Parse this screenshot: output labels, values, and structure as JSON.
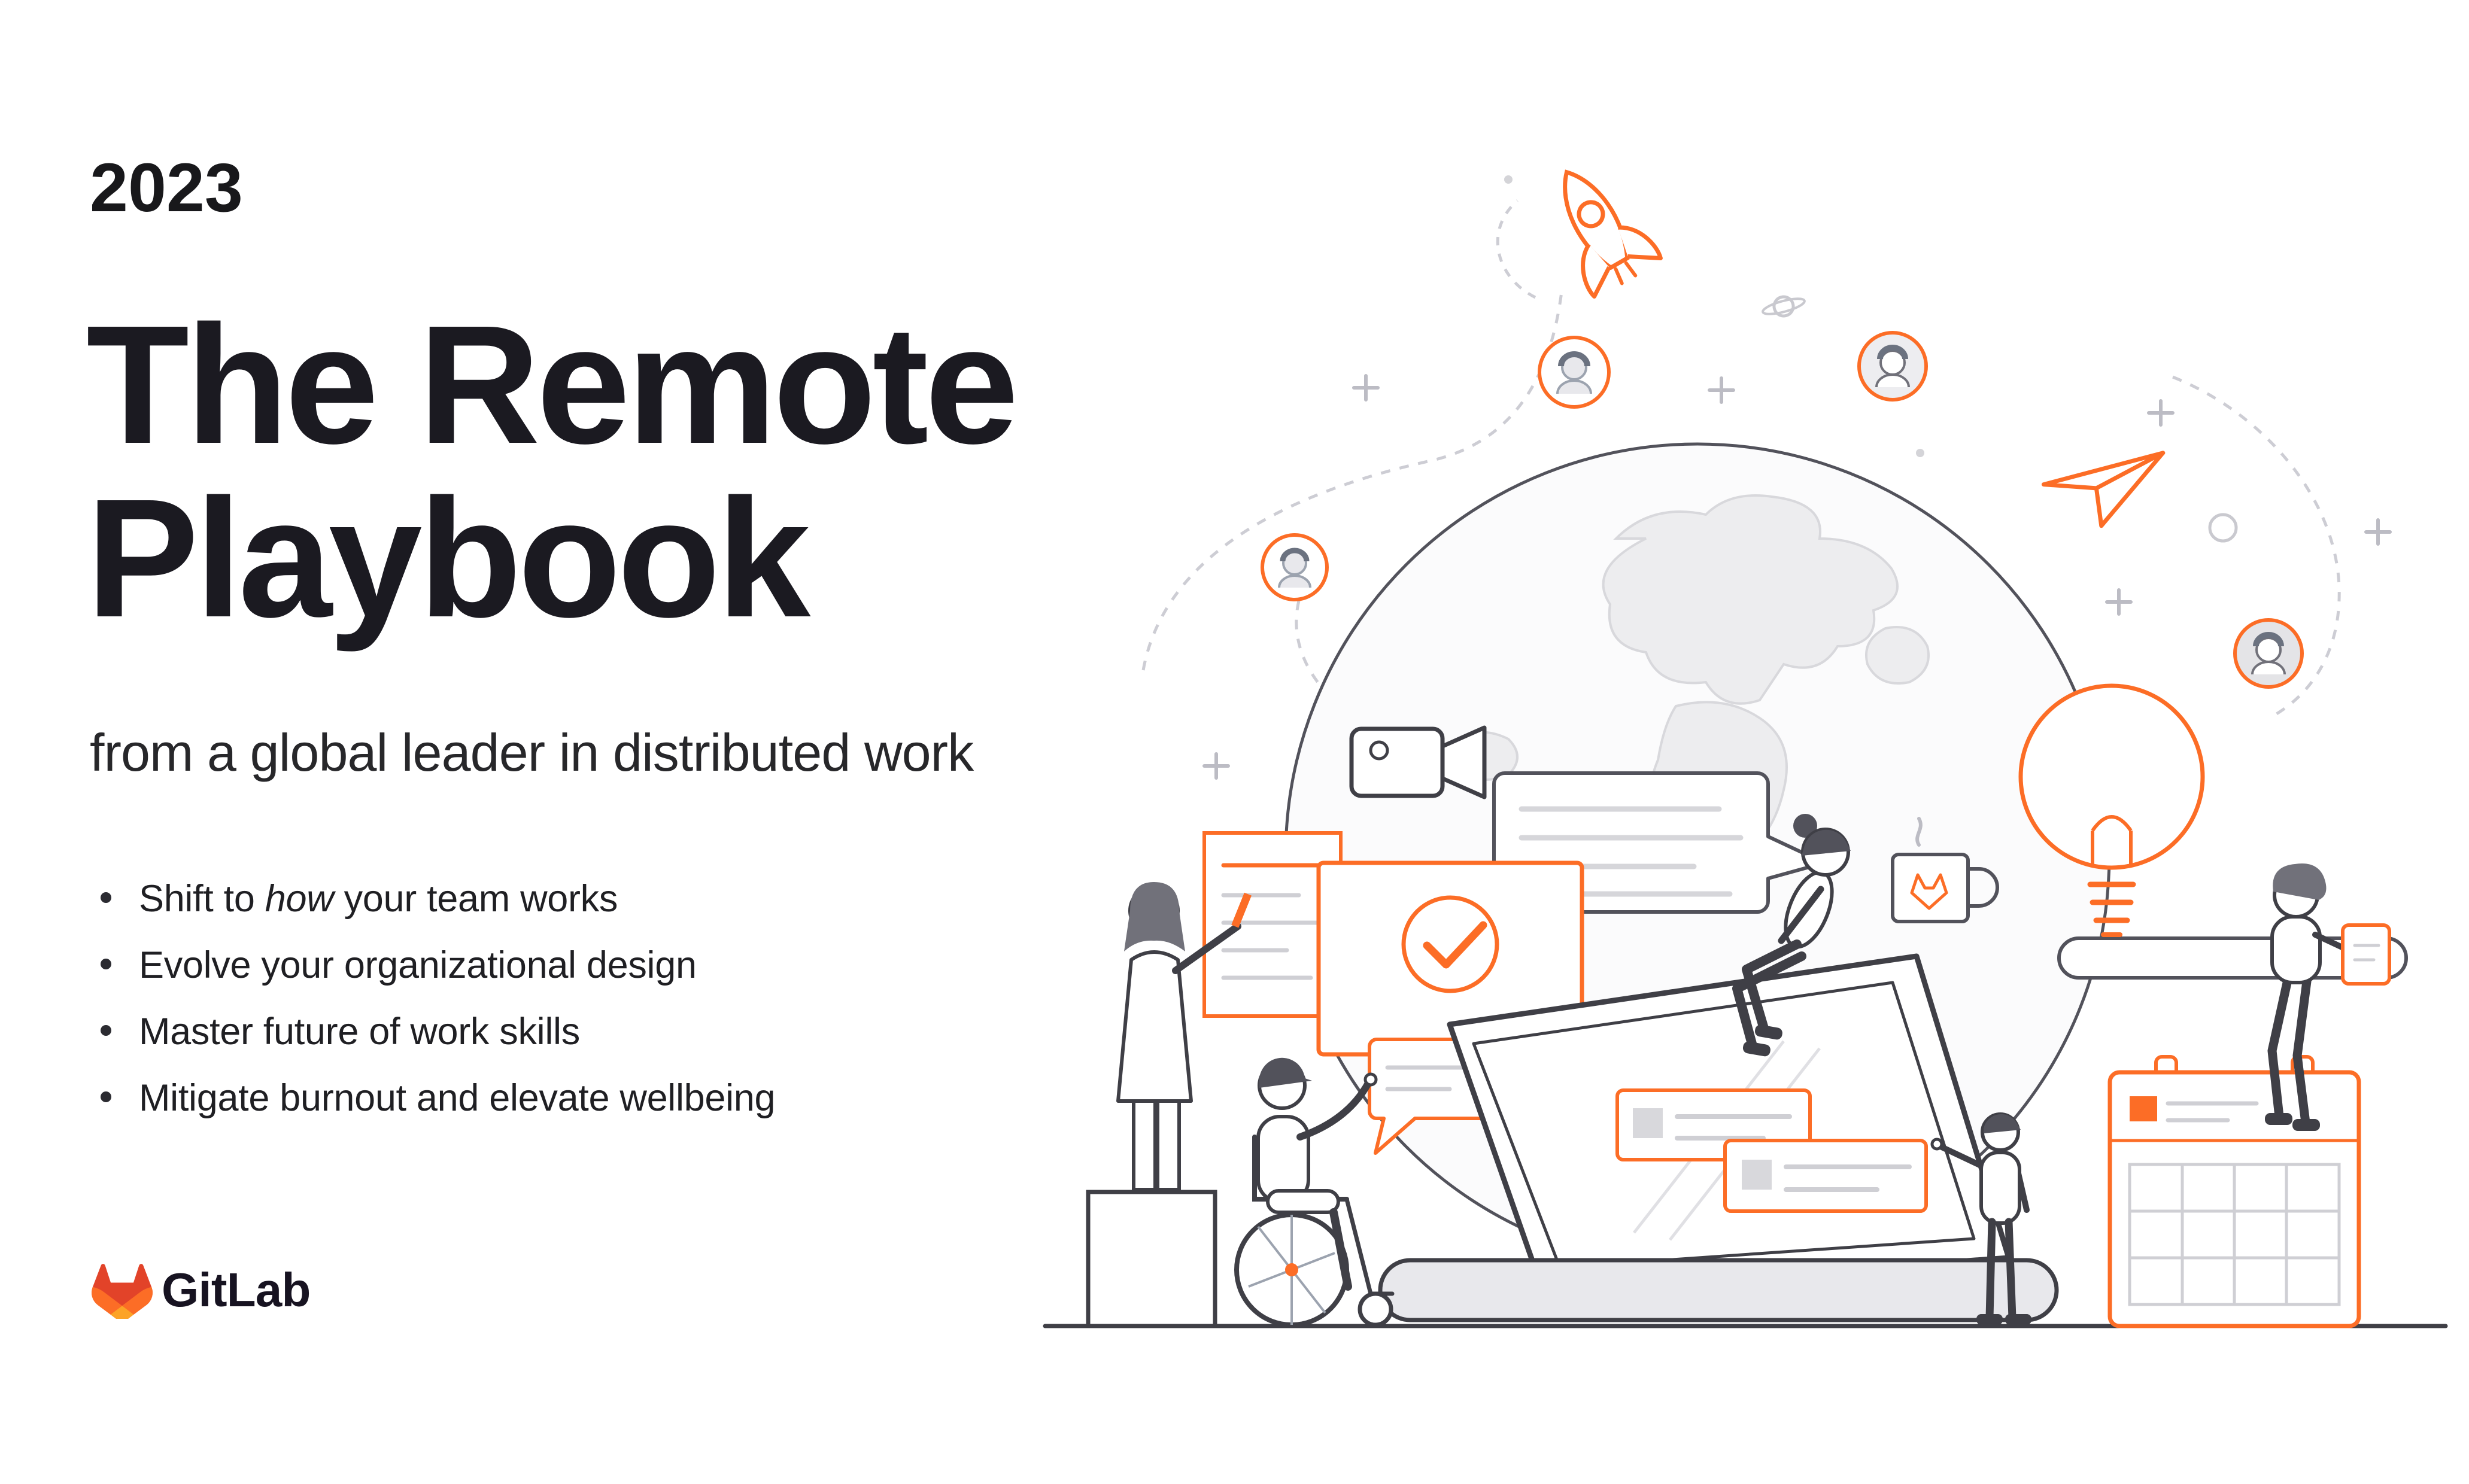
{
  "hero": {
    "year": "2023",
    "title_line1": "The Remote",
    "title_line2": "Playbook",
    "subtitle": "from a global leader in distributed work",
    "bullets": [
      {
        "pre": "Shift to ",
        "em": "how",
        "post": " your team works"
      },
      {
        "pre": "Evolve your organizational design",
        "em": "",
        "post": ""
      },
      {
        "pre": "Master future of work skills",
        "em": "",
        "post": ""
      },
      {
        "pre": "Mitigate burnout and elevate wellbeing",
        "em": "",
        "post": ""
      }
    ]
  },
  "brand": {
    "name": "GitLab"
  },
  "colors": {
    "accent_orange": "#fc6d26",
    "deep_orange": "#e24329",
    "amber": "#fca326",
    "ink": "#171321",
    "line_dark": "#3f3f46",
    "line_gray": "#cfcfd4"
  },
  "illustration": {
    "description": "Line-art collage of distributed work: globe, open laptop, people collaborating, chat bubbles, checklist cards, lightbulb, rocket, paper plane, calendar, coffee mug with tanuki, avatar circles",
    "icons": [
      "rocket-icon",
      "paper-plane-icon",
      "globe-illustration",
      "laptop-illustration",
      "lightbulb-icon",
      "video-camera-icon",
      "chat-bubble-icon",
      "checklist-card-icon",
      "checkmark-card-icon",
      "small-chat-bubble-icon",
      "message-card-icon",
      "calendar-icon",
      "coffee-mug-icon",
      "avatar-circle-icon",
      "saturn-doodle-icon",
      "plus-doodle-icon",
      "gitlab-tanuki-icon"
    ]
  }
}
